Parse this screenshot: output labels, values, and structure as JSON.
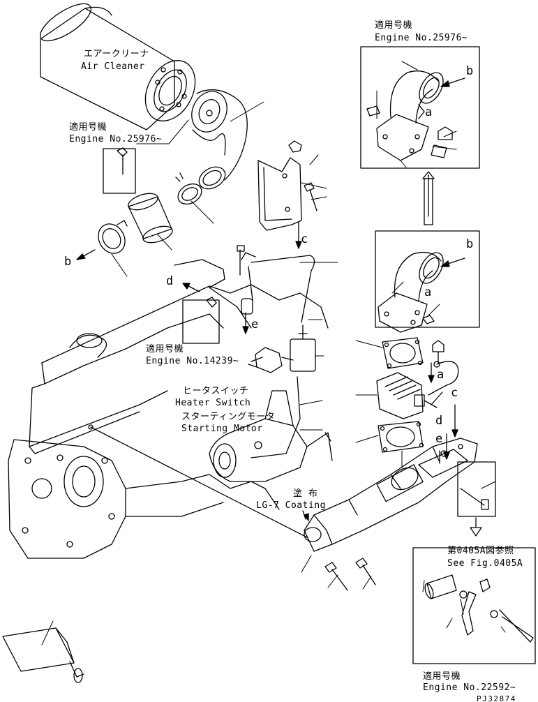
{
  "labels": {
    "top_applicable_jp": "適用号機",
    "top_engine_no": "Engine No.25976~",
    "air_cleaner_jp": "エアークリーナ",
    "air_cleaner": "Air Cleaner",
    "left_applicable_jp": "適用号機",
    "left_engine_no": "Engine No.25976~",
    "mid_applicable_jp": "適用号機",
    "mid_engine_no": "Engine No.14239~",
    "heater_switch_jp": "ヒータスイッチ",
    "heater_switch": "Heater Switch",
    "starting_motor_jp": "スターティングモータ",
    "starting_motor": "Starting Motor",
    "coating_jp": "塗 布",
    "coating": "LG-7 Coating",
    "see_fig_jp": "第0405A図参照",
    "see_fig": "See Fig.0405A",
    "bottom_applicable_jp": "適用号機",
    "bottom_engine_no": "Engine No.22592~",
    "drawing_code": "PJ32874"
  },
  "refs": {
    "a": "a",
    "b": "b",
    "c": "c",
    "d": "d",
    "e": "e"
  }
}
